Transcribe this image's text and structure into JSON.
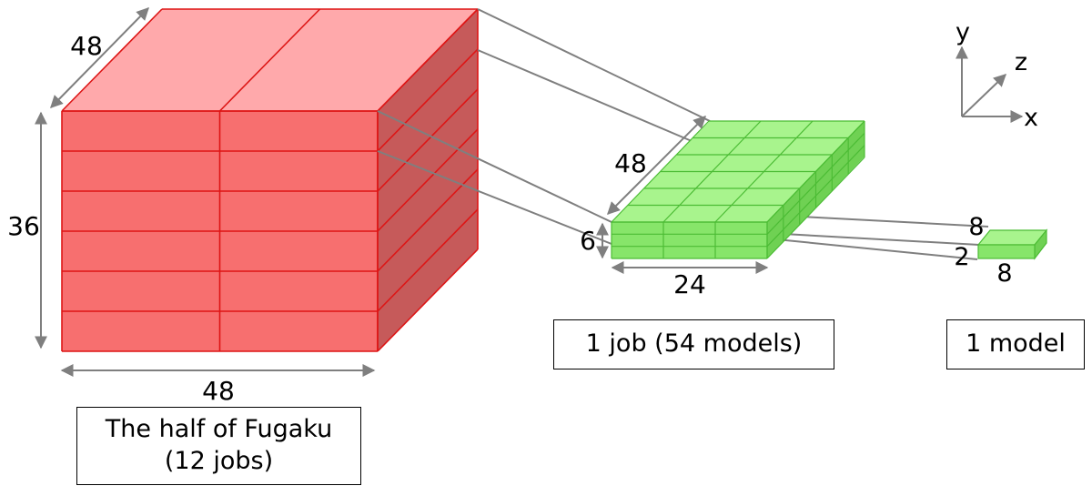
{
  "big_block": {
    "width_label": "48",
    "depth_label": "48",
    "height_label": "36",
    "caption_line1": "The half of Fugaku",
    "caption_line2": "(12 jobs)",
    "face_color": "#f76f6f",
    "top_color": "#ffa9ab",
    "side_color": "#c65a5a",
    "edge_color": "#dd1515"
  },
  "job_block": {
    "width_label": "24",
    "depth_label": "48",
    "height_label": "6",
    "caption": "1 job (54 models)",
    "face_color": "#87e56a",
    "top_color": "#a8f48d",
    "side_color": "#6fd153",
    "edge_color": "#4cbc35"
  },
  "model_block": {
    "width_label": "8",
    "depth_label": "8",
    "height_label": "2",
    "caption": "1 model"
  },
  "axes": {
    "x": "x",
    "y": "y",
    "z": "z"
  }
}
